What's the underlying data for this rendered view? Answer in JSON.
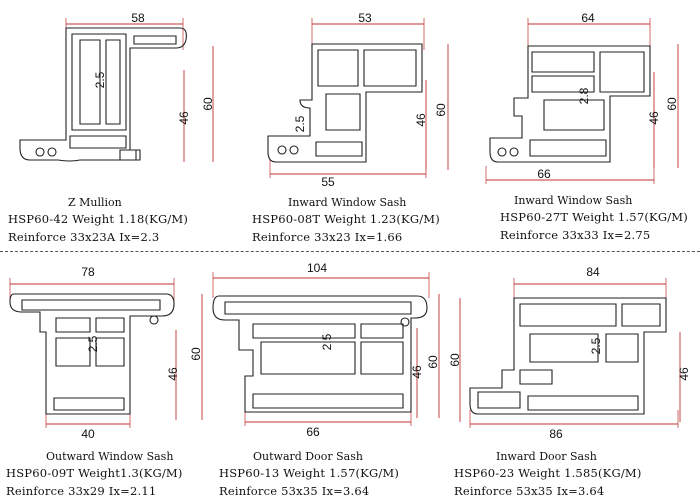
{
  "colors": {
    "dimension": "#c03030",
    "profile": "#222222",
    "text": "#111111"
  },
  "profiles": [
    {
      "name": "Z Mullion",
      "code_weight": "HSP60-42  Weight 1.18(KG/M)",
      "reinforce": "Reinforce 33x23A  Ix=2.3",
      "dims": {
        "top": "58",
        "bottom": "",
        "inner": "2.5",
        "mid": "46",
        "height": "60"
      }
    },
    {
      "name": "Inward Window Sash",
      "code_weight": "HSP60-08T  Weight 1.23(KG/M)",
      "reinforce": "Reinforce 33x23  Ix=1.66",
      "dims": {
        "top": "53",
        "bottom": "55",
        "inner": "2.5",
        "mid": "46",
        "height": "60"
      }
    },
    {
      "name": "Inward Window Sash",
      "code_weight": "HSP60-27T Weight 1.57(KG/M)",
      "reinforce": "Reinforce 33x33 Ix=2.75",
      "dims": {
        "top": "64",
        "bottom": "66",
        "inner": "2.8",
        "mid": "46",
        "height": "60"
      }
    },
    {
      "name": "Outward Window Sash",
      "code_weight": "HSP60-09T  Weight1.3(KG/M)",
      "reinforce": "Reinforce 33x29  Ix=2.11",
      "dims": {
        "top": "78",
        "bottom": "40",
        "inner": "2.5",
        "mid": "46",
        "height": "60"
      }
    },
    {
      "name": "Outward Door Sash",
      "code_weight": "HSP60-13  Weight 1.57(KG/M)",
      "reinforce": "Reinforce 53x35  Ix=3.64",
      "dims": {
        "top": "104",
        "bottom": "66",
        "inner": "2.5",
        "mid": "46",
        "height": "60"
      }
    },
    {
      "name": "Inward Door Sash",
      "code_weight": "HSP60-23  Weight 1.585(KG/M)",
      "reinforce": "Reinforce 53x35  Ix=3.64",
      "dims": {
        "top": "84",
        "bottom": "86",
        "inner": "2.5",
        "mid": "46",
        "height": "60"
      }
    }
  ]
}
